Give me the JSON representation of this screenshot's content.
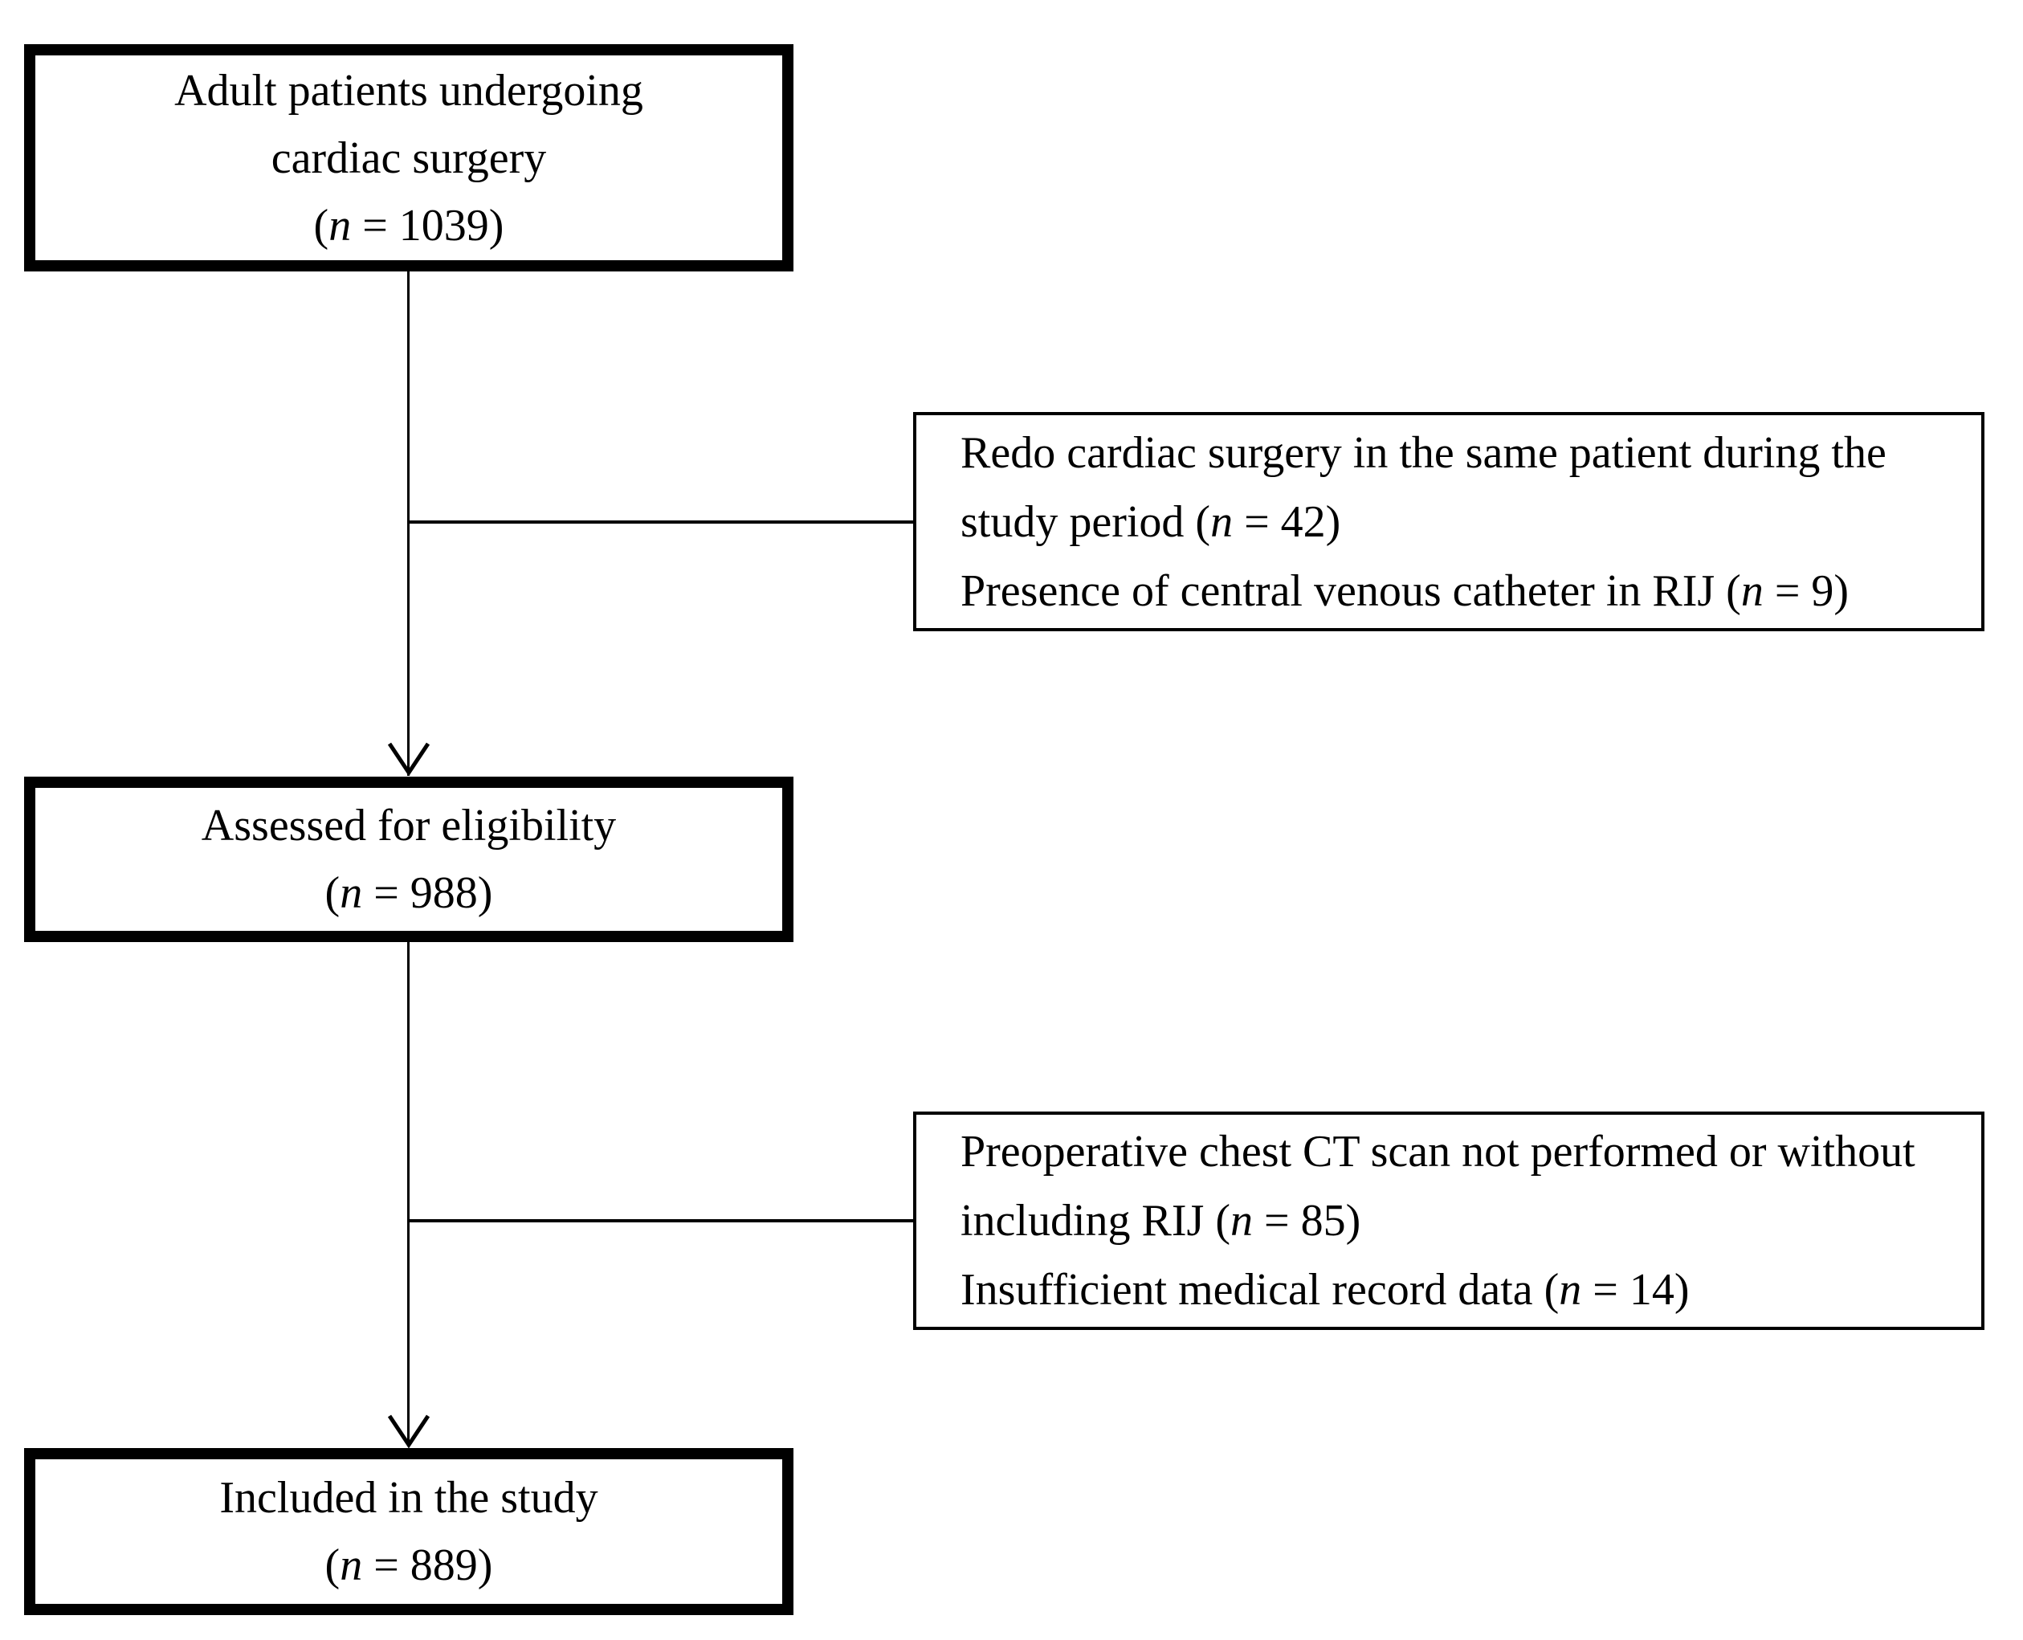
{
  "flow": {
    "enrollment": {
      "line1": "Adult patients undergoing",
      "line2": "cardiac surgery",
      "count": "(n = 1039)"
    },
    "exclusion1": {
      "reason1": "Redo cardiac surgery in the same patient during the study period (n = 42)",
      "reason2": "Presence of central venous catheter in RIJ (n = 9)"
    },
    "assessed": {
      "line1": "Assessed for eligibility",
      "count": "(n = 988)"
    },
    "exclusion2": {
      "reason1": "Preoperative chest CT scan not performed or without including RIJ (n = 85)",
      "reason2": "Insufficient medical record data (n = 14)"
    },
    "included": {
      "line1": "Included in the study",
      "count": "(n = 889)"
    }
  },
  "colors": {
    "line": "#000000",
    "background": "#ffffff"
  }
}
